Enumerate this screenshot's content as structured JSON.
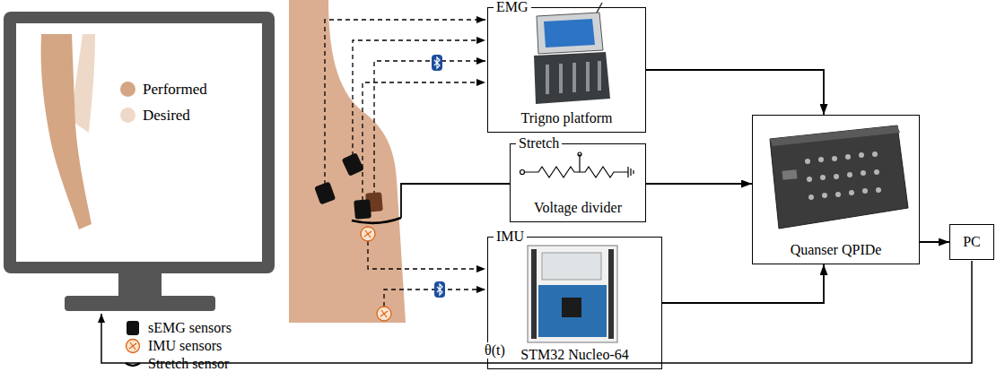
{
  "diagram": {
    "nodes": [
      {
        "text": [
          "EMG",
          "Trigno platform"
        ]
      },
      {
        "text": [
          "Stretch",
          "Voltage divider"
        ]
      },
      {
        "text": [
          "IMU",
          "STM32 Nucleo-64"
        ]
      },
      {
        "text": [
          "Quanser QPIDe"
        ]
      },
      {
        "text": [
          "PC"
        ]
      }
    ],
    "edges": [
      {
        "from": 0,
        "to": 3,
        "arrow": "to"
      },
      {
        "from": 1,
        "to": 3,
        "arrow": "to"
      },
      {
        "from": 2,
        "to": 3,
        "arrow": "to"
      },
      {
        "from": 3,
        "to": 4,
        "arrow": "to"
      }
    ],
    "labels": [
      "θ(t)"
    ],
    "legend": [
      {
        "text": "Performed",
        "color": "#d4a683"
      },
      {
        "text": "Desired",
        "color": "#eed9c8"
      },
      {
        "text": "sEMG sensors"
      },
      {
        "text": "IMU sensors"
      },
      {
        "text": "Stretch sensor"
      }
    ]
  }
}
